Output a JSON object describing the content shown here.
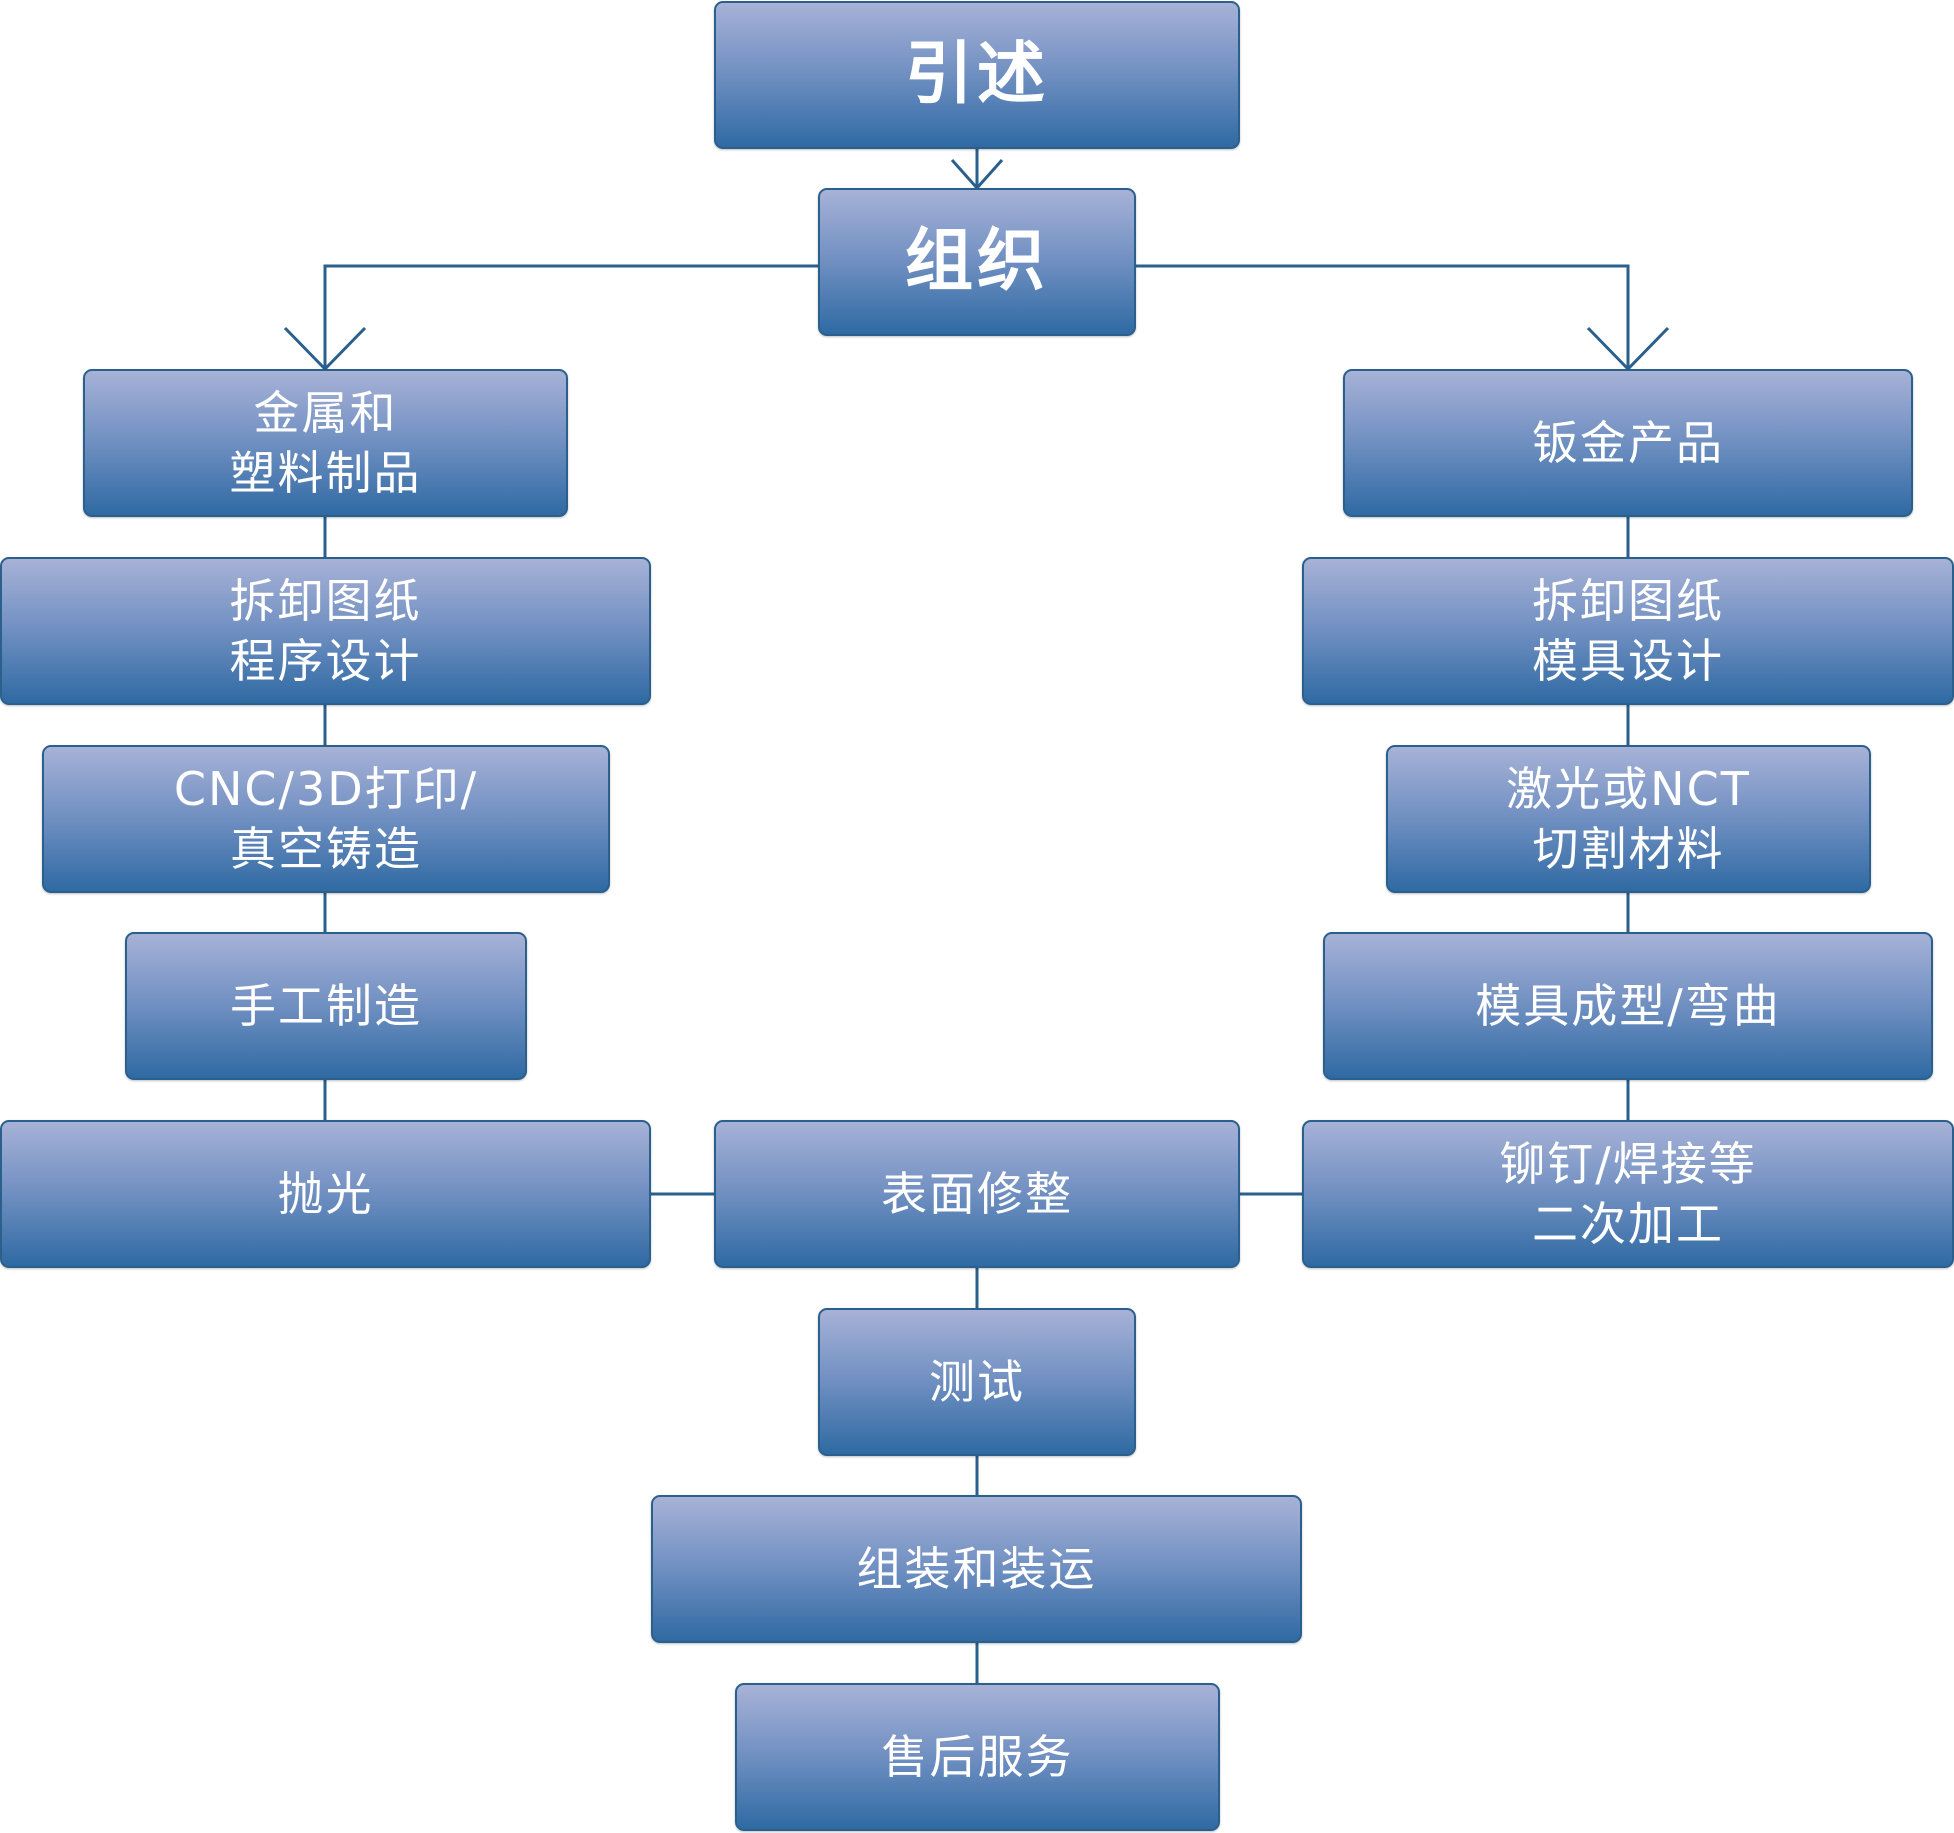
{
  "colors": {
    "line": "#2b5f8c",
    "box_top": "#a7b2d7",
    "box_bottom": "#2f6aa3",
    "text": "#ffffff"
  },
  "nodes": {
    "intro": {
      "line1": "引述"
    },
    "organize": {
      "line1": "组织"
    },
    "metal_plastic": {
      "line1": "金属和",
      "line2": "塑料制品"
    },
    "sheet_metal": {
      "line1": "钣金产品"
    },
    "left_drawing": {
      "line1": "拆卸图纸",
      "line2": "程序设计"
    },
    "right_drawing": {
      "line1": "拆卸图纸",
      "line2": "模具设计"
    },
    "cnc": {
      "line1": "CNC/3D打印/",
      "line2": "真空铸造"
    },
    "laser": {
      "line1": "激光或NCT",
      "line2": "切割材料"
    },
    "handmade": {
      "line1": "手工制造"
    },
    "forming": {
      "line1": "模具成型/弯曲"
    },
    "polish": {
      "line1": "抛光"
    },
    "surface": {
      "line1": "表面修整"
    },
    "rivet": {
      "line1": "铆钉/焊接等",
      "line2": "二次加工"
    },
    "test": {
      "line1": "测试"
    },
    "assembly": {
      "line1": "组装和装运"
    },
    "after_sales": {
      "line1": "售后服务"
    }
  }
}
